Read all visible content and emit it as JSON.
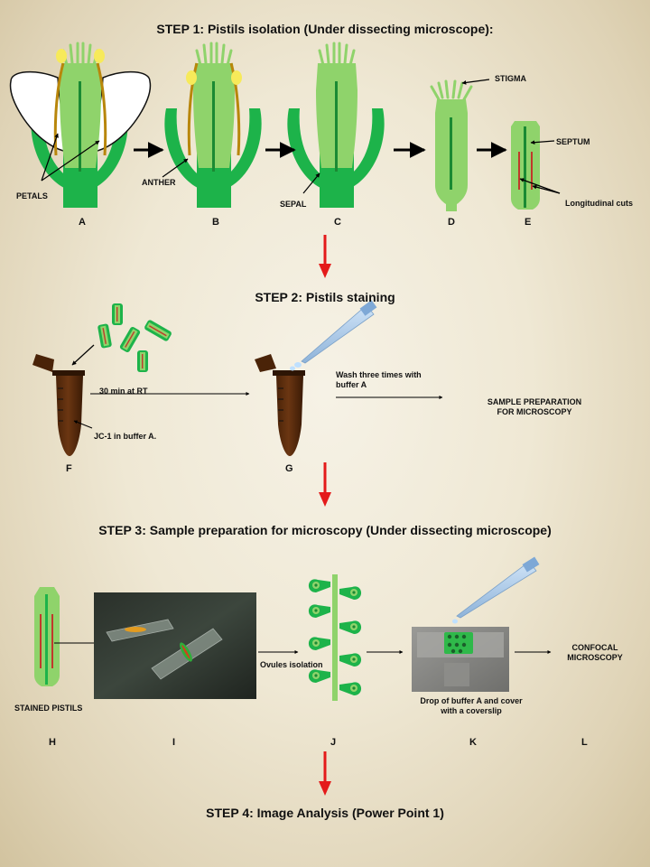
{
  "steps": [
    "STEP 1:  Pistils isolation (Under dissecting microscope):",
    "STEP 2: Pistils staining",
    "STEP 3: Sample preparation for microscopy (Under dissecting microscope)",
    "STEP 4: Image Analysis (Power Point 1)"
  ],
  "labels": {
    "petals": "PETALS",
    "anther": "ANTHER",
    "sepal": "SEPAL",
    "stigma": "STIGMA",
    "septum": "SEPTUM",
    "longitudinal_cuts": "Longitudinal cuts",
    "incubation": "30 min at RT",
    "jc1": "JC-1 in buffer A.",
    "wash": "Wash three times with buffer A",
    "sample_prep": "SAMPLE PREPARATION FOR MICROSCOPY",
    "stained_pistils": "STAINED PISTILS",
    "ovules_isolation": "Ovules isolation",
    "drop_buffer": "Drop of buffer A and cover with a coverslip",
    "confocal": "CONFOCAL MICROSCOPY"
  },
  "letters": {
    "A": "A",
    "B": "B",
    "C": "C",
    "D": "D",
    "E": "E",
    "F": "F",
    "G": "G",
    "H": "H",
    "I": "I",
    "J": "J",
    "K": "K",
    "L": "L"
  },
  "colors": {
    "background": "#efe8d4",
    "sepal_green": "#1db34a",
    "pistil_light_green": "#8fd36b",
    "anther_yellow": "#f7ea5a",
    "filament_gold": "#b8860b",
    "cut_red": "#c0392b",
    "flow_arrow_red": "#e41a1a",
    "tube_brown": "#6b3612",
    "pipette_blue": "#8eb3d9"
  }
}
